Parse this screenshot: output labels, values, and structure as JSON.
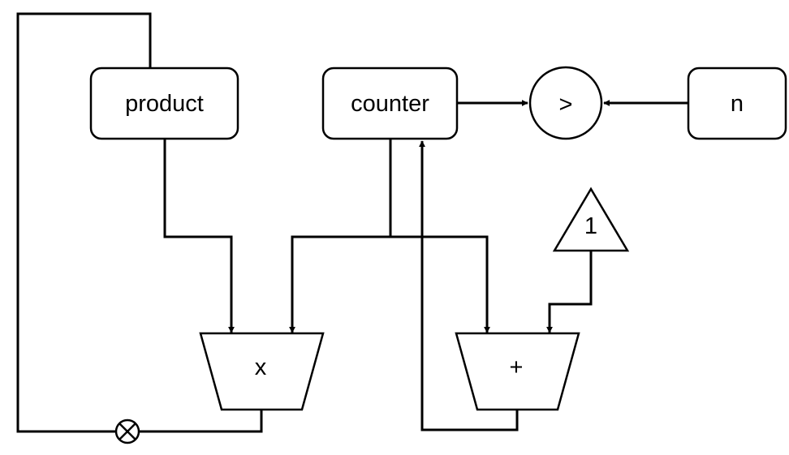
{
  "nodes": {
    "product": {
      "label": "product"
    },
    "counter": {
      "label": "counter"
    },
    "compare": {
      "label": ">"
    },
    "n": {
      "label": "n"
    },
    "one": {
      "label": "1"
    },
    "multiply": {
      "label": "x"
    },
    "add": {
      "label": "+"
    }
  },
  "icons": {
    "junction": "circle-cross-icon"
  }
}
